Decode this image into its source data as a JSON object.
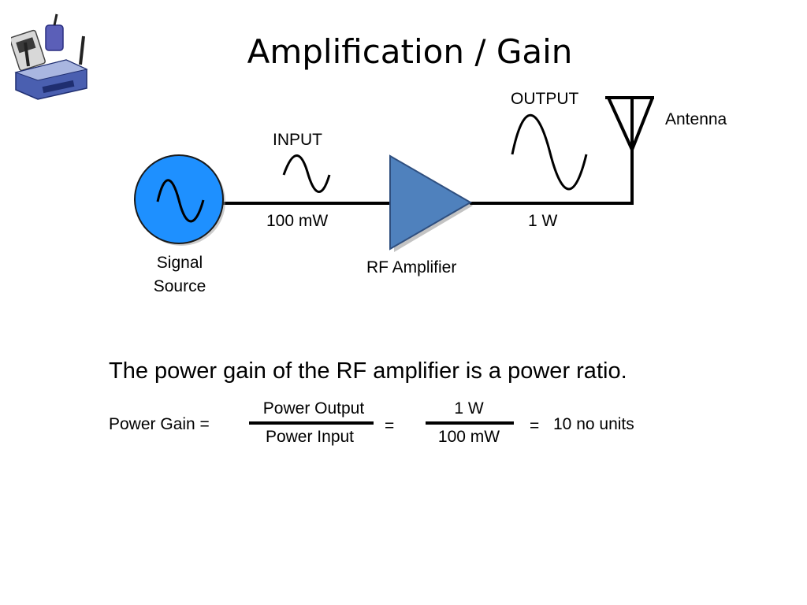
{
  "title": "Amplification / Gain",
  "icons": {
    "corner": "wireless-router-icon",
    "source": "sine-wave-icon",
    "amplifier": "triangle-amplifier-icon",
    "antenna": "antenna-icon"
  },
  "colors": {
    "signal_source_fill": "#1E90FF",
    "amplifier_fill": "#4F81BD",
    "amplifier_stroke": "#2F4F7F",
    "wire": "#000000"
  },
  "diagram": {
    "input_label": "INPUT",
    "output_label": "OUTPUT",
    "antenna_label": "Antenna",
    "input_power": "100 mW",
    "output_power": "1 W",
    "source_label_line1": "Signal",
    "source_label_line2": "Source",
    "amplifier_label": "RF Amplifier"
  },
  "statement": "The power gain of the RF amplifier is a power ratio.",
  "equation": {
    "lhs": "Power Gain =",
    "num1": "Power Output",
    "den1": "Power Input",
    "eq1": "=",
    "num2": "1 W",
    "den2": "100 mW",
    "eq2": "=",
    "result": "10 no units"
  }
}
